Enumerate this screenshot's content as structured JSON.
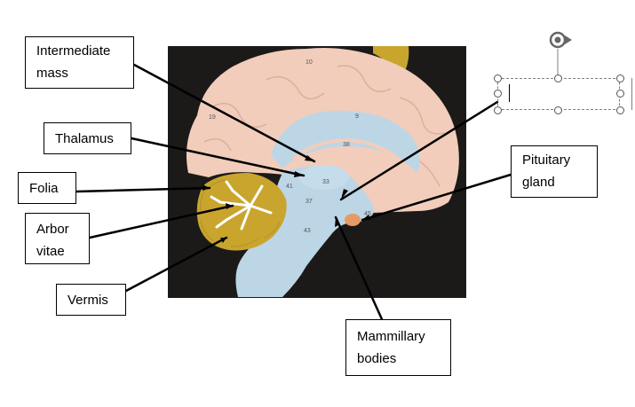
{
  "labels": {
    "intermediate_mass": "Intermediate\nmass",
    "thalamus": "Thalamus",
    "folia": "Folia",
    "arbor_vitae": "Arbor\nvitae",
    "vermis": "Vermis",
    "pituitary_gland": "Pituitary\ngland",
    "mammillary_bodies": "Mammillary\nbodies"
  },
  "model_numbers": [
    "10",
    "19",
    "9",
    "38",
    "33",
    "37",
    "41",
    "43",
    "45"
  ],
  "colors": {
    "photo_background": "#1c1a19",
    "cerebrum": "#f2cdbb",
    "brainstem": "#bcd6e6",
    "cerebellum": "#c9a52e",
    "arbor": "#ffffff",
    "pituitary": "#e59a68",
    "leader_lines": "#000000"
  },
  "selection_handles_icon": "resize-handle-icon",
  "rotate_icon": "rotate-handle-icon"
}
